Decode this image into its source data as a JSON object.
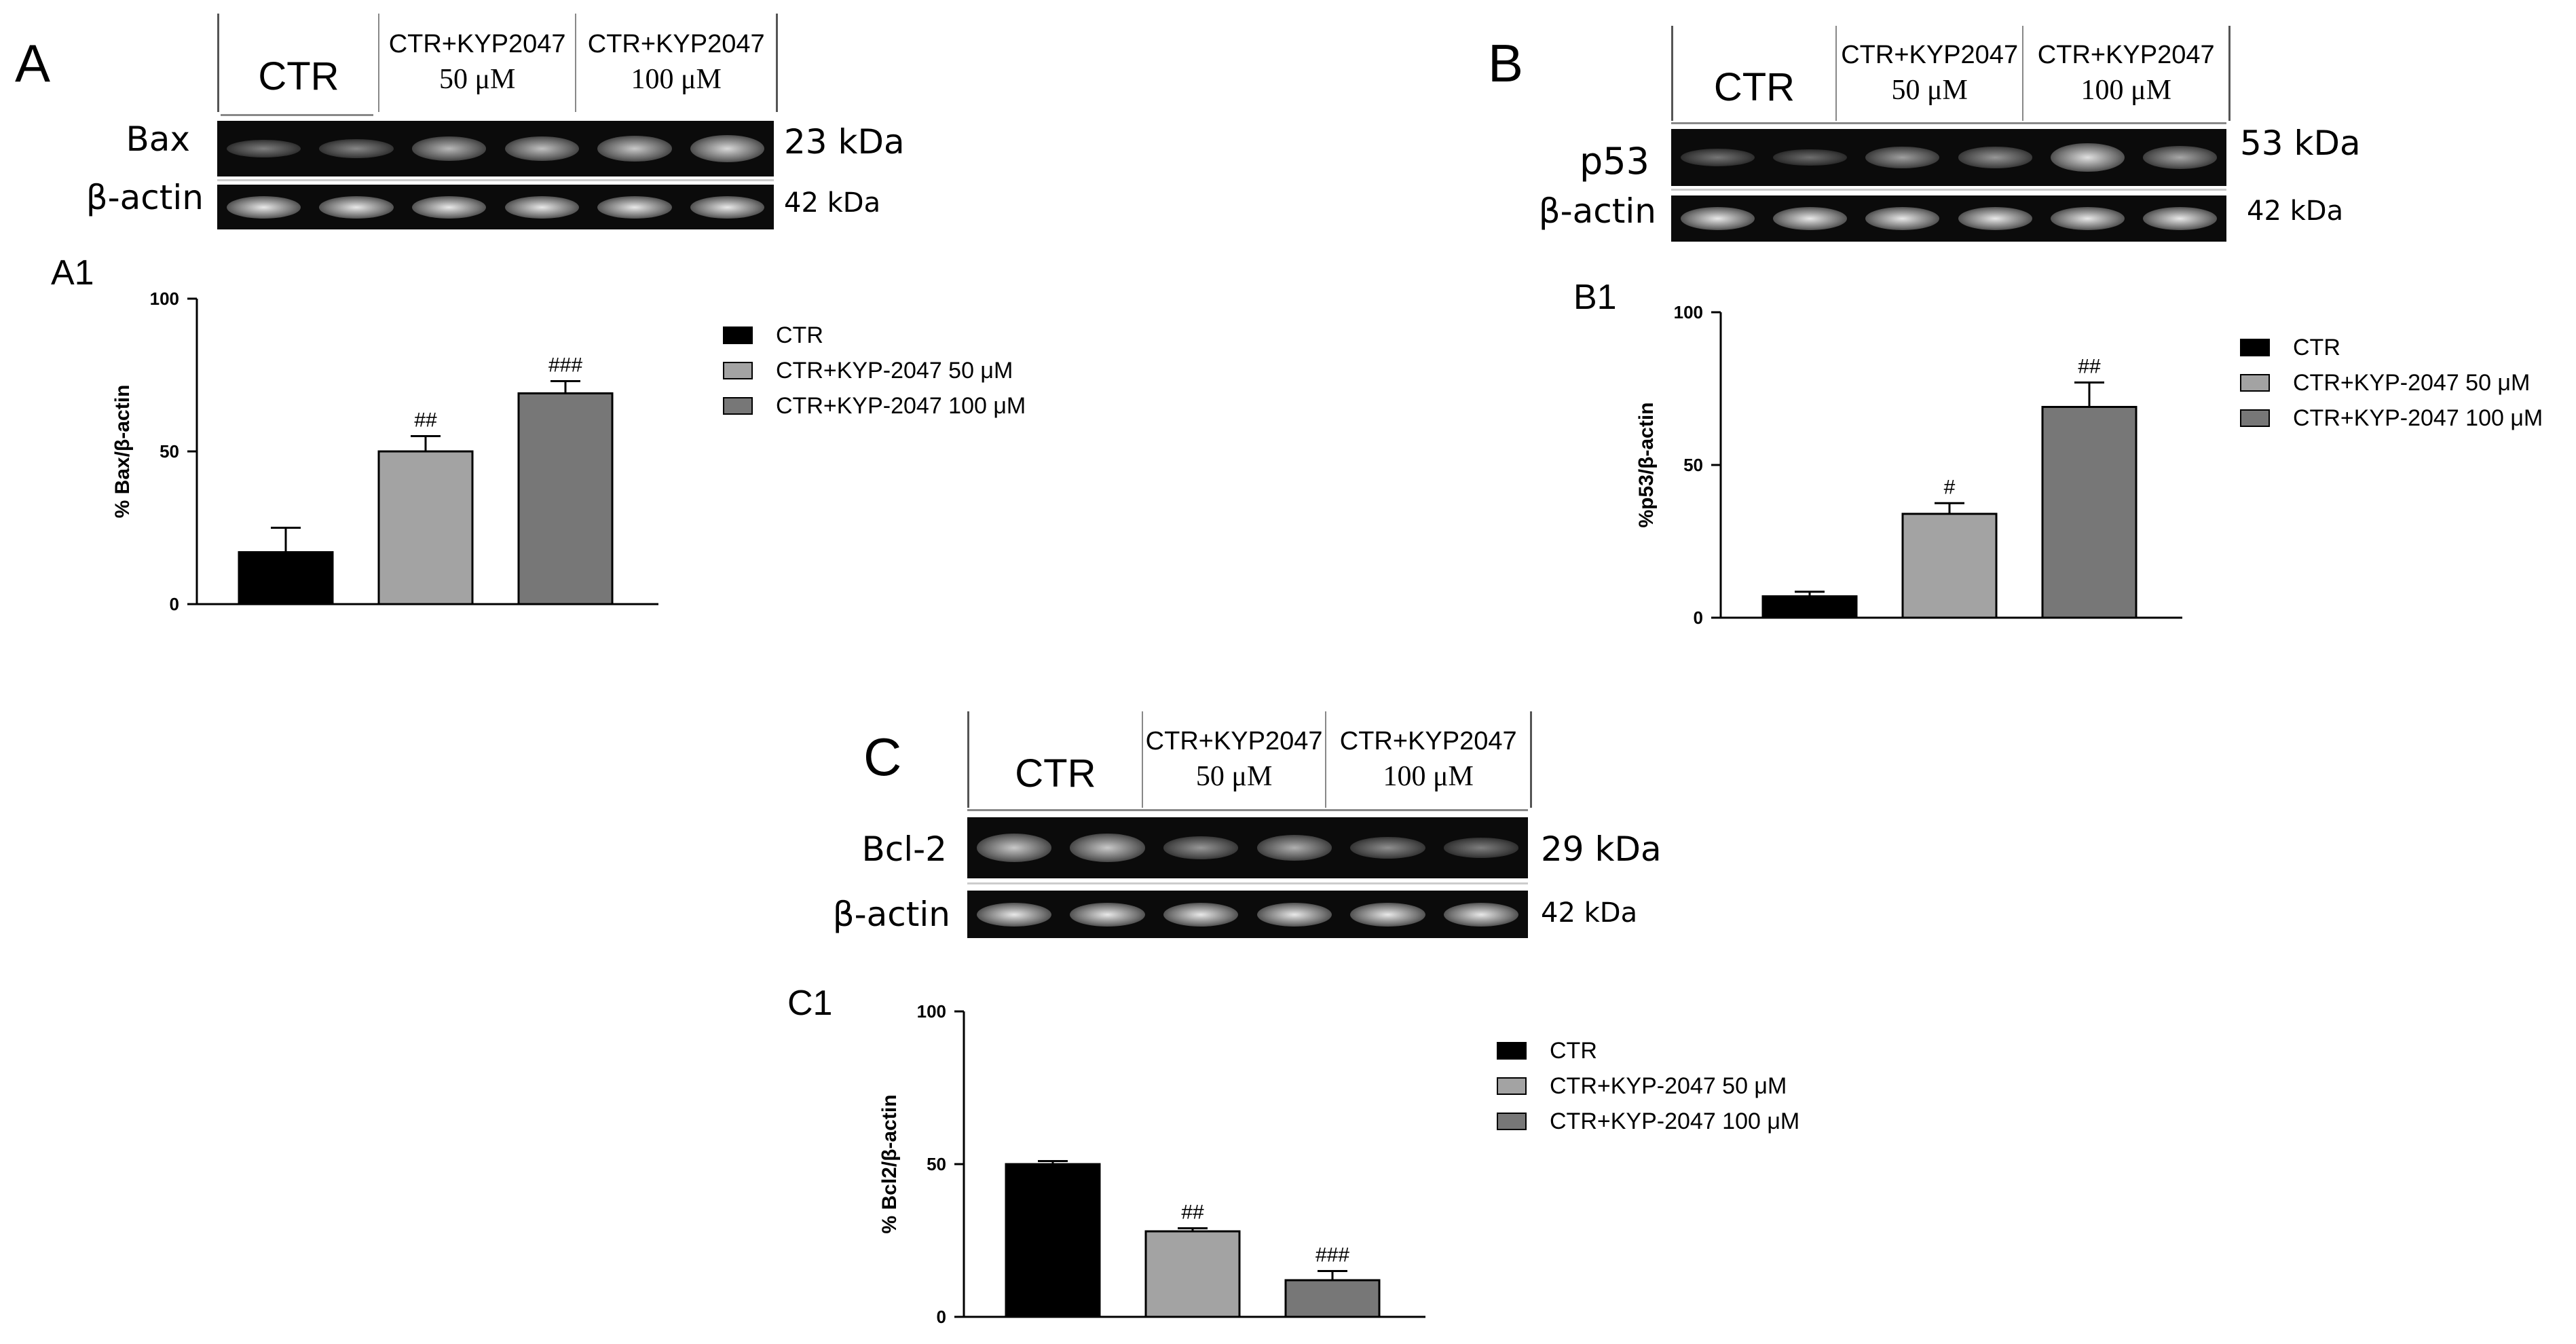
{
  "colors": {
    "ctr": "#000000",
    "kyp50": "#a3a3a3",
    "kyp100": "#777777",
    "blot_bg": "#0b0b0b",
    "band": "#e8e8e8"
  },
  "legend_entries": [
    "CTR",
    "CTR+KYP-2047 50 μM",
    "CTR+KYP-2047 100 μM"
  ],
  "blot_headers": {
    "ctr": "CTR",
    "cond50_line1": "CTR+KYP2047",
    "cond50_line2": "50 μM",
    "cond100_line1": "CTR+KYP2047",
    "cond100_line2": "100 μM"
  },
  "panels": {
    "A": {
      "letter": "A",
      "sublabel": "A1",
      "target": "Bax",
      "target_kda": "23 kDa",
      "loading": "β-actin",
      "loading_kda": "42 kDa",
      "band_intensity_target": [
        0.35,
        0.4,
        0.7,
        0.75,
        0.8,
        0.9
      ],
      "band_intensity_loading": [
        0.95,
        0.95,
        0.95,
        0.95,
        0.95,
        0.95
      ]
    },
    "B": {
      "letter": "B",
      "sublabel": "B1",
      "target": "p53",
      "target_kda": "53 kDa",
      "loading": "β-actin",
      "loading_kda": "42 kDa",
      "band_intensity_target": [
        0.3,
        0.25,
        0.55,
        0.5,
        0.95,
        0.6
      ],
      "band_intensity_loading": [
        0.95,
        0.95,
        0.95,
        0.95,
        0.95,
        0.95
      ]
    },
    "C": {
      "letter": "C",
      "sublabel": "C1",
      "target": "Bcl-2",
      "target_kda": "29 kDa",
      "loading": "β-actin",
      "loading_kda": "42 kDa",
      "band_intensity_target": [
        0.8,
        0.8,
        0.5,
        0.65,
        0.45,
        0.35
      ],
      "band_intensity_loading": [
        0.95,
        0.95,
        0.95,
        0.95,
        0.95,
        0.95
      ]
    }
  },
  "chart_data": [
    {
      "type": "bar",
      "id": "A1",
      "categories": [
        "CTR",
        "CTR+KYP-2047 50 μM",
        "CTR+KYP-2047 100 μM"
      ],
      "values": [
        17,
        50,
        69
      ],
      "errors": [
        8,
        5,
        4
      ],
      "annotations": [
        "",
        "##",
        "###"
      ],
      "ylabel": "% Bax/β-actin",
      "ylim": [
        0,
        100
      ],
      "yticks": [
        "0",
        "50",
        "100"
      ]
    },
    {
      "type": "bar",
      "id": "B1",
      "categories": [
        "CTR",
        "CTR+KYP-2047 50 μM",
        "CTR+KYP-2047 100 μM"
      ],
      "values": [
        7,
        34,
        69
      ],
      "errors": [
        1.5,
        3.5,
        8
      ],
      "annotations": [
        "",
        "#",
        "##"
      ],
      "ylabel": "%p53/β-actin",
      "ylim": [
        0,
        100
      ],
      "yticks": [
        "0",
        "50",
        "100"
      ]
    },
    {
      "type": "bar",
      "id": "C1",
      "categories": [
        "CTR",
        "CTR+KYP-2047 50 μM",
        "CTR+KYP-2047 100 μM"
      ],
      "values": [
        50,
        28,
        12
      ],
      "errors": [
        1,
        1,
        3
      ],
      "annotations": [
        "",
        "##",
        "###"
      ],
      "ylabel": "% Bcl2/β-actin",
      "ylim": [
        0,
        100
      ],
      "yticks": [
        "0",
        "50",
        "100"
      ]
    }
  ]
}
